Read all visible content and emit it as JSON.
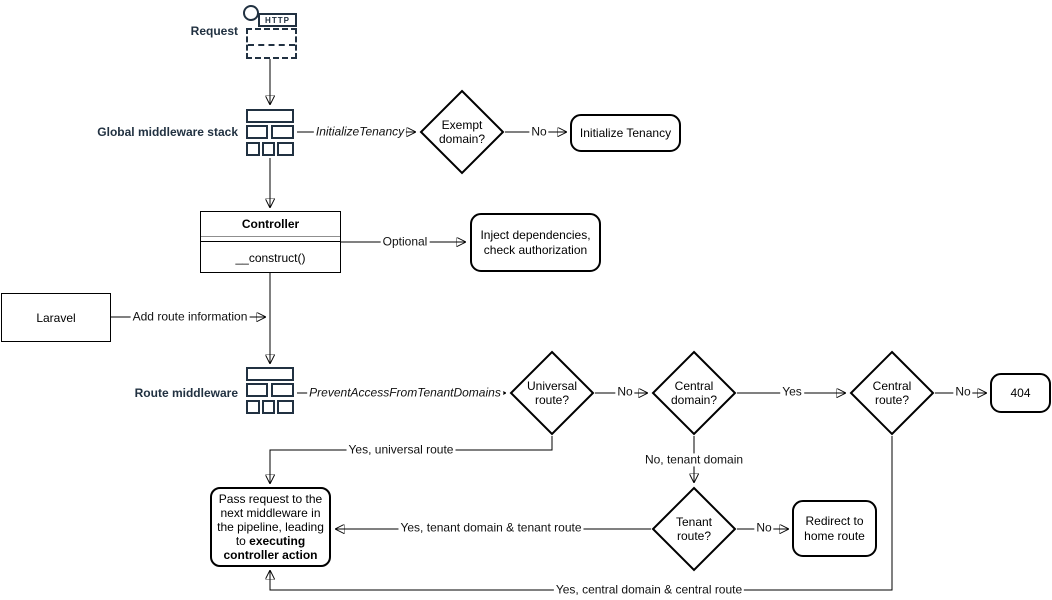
{
  "diagram_title": "Laravel tenancy request pipeline flowchart",
  "colors": {
    "icon_stroke": "#213141",
    "shape_stroke": "#000000",
    "background": "#ffffff",
    "edge": "#000000"
  },
  "icons": {
    "request": "http-request-document-icon",
    "global_middleware": "middleware-stack-blocks-icon",
    "route_middleware": "middleware-stack-blocks-icon"
  },
  "nodes": {
    "request_label": "Request",
    "http_badge": "HTTP",
    "global_middleware_label": "Global middleware stack",
    "exempt_domain": "Exempt domain?",
    "initialize_tenancy": "Initialize Tenancy",
    "controller_title": "Controller",
    "controller_method": "__construct()",
    "inject_dependencies": "Inject dependencies, check authorization",
    "laravel": "Laravel",
    "route_middleware_label": "Route middleware",
    "universal_route": "Universal route?",
    "central_domain": "Central domain?",
    "central_route": "Central route?",
    "not_found": "404",
    "pass_request_prefix": "Pass request to the next middleware in the pipeline, leading to ",
    "pass_request_bold": "executing controller action",
    "tenant_route": "Tenant route?",
    "redirect_home": "Redirect to home route"
  },
  "edge_labels": {
    "initialize_tenancy_middleware": "InitializeTenancy",
    "exempt_no": "No",
    "optional": "Optional",
    "add_route_information": "Add route information",
    "prevent_access_middleware": "PreventAccessFromTenantDomains",
    "universal_no": "No",
    "central_domain_yes": "Yes",
    "central_route_no": "No",
    "universal_yes": "Yes, universal route",
    "tenant_domain_no": "No, tenant domain",
    "tenant_route_no": "No",
    "tenant_yes": "Yes, tenant domain & tenant route",
    "central_yes": "Yes, central domain & central route"
  }
}
